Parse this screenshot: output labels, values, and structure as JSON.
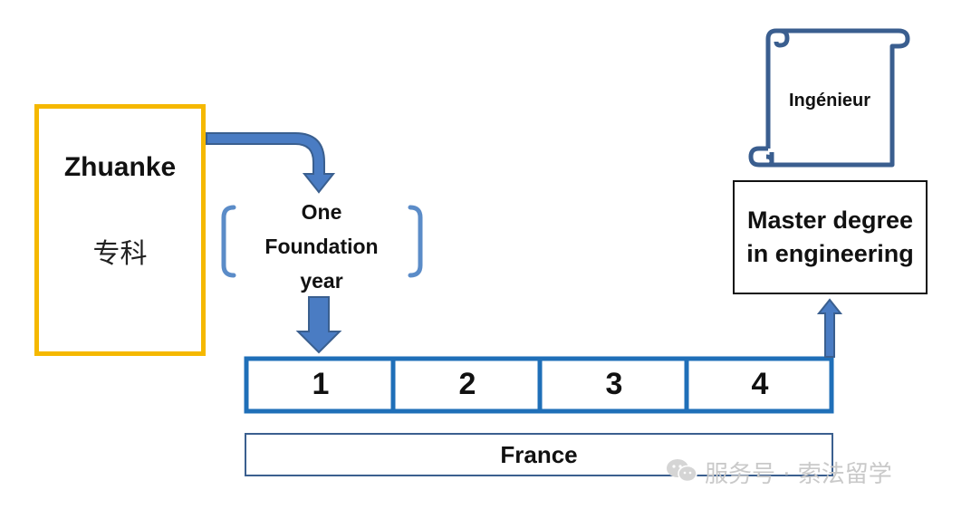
{
  "zhuanke": {
    "title": "Zhuanke",
    "chinese": "专科"
  },
  "foundation": {
    "text": "One Foundation year"
  },
  "years": [
    "1",
    "2",
    "3",
    "4"
  ],
  "france": {
    "label": "France"
  },
  "master": {
    "label": "Master degree in engineering"
  },
  "diploma": {
    "label": "Ingénieur"
  },
  "watermark": {
    "text": "服务号 · 索法留学"
  },
  "colors": {
    "zhuanke_border": "#F5B800",
    "timeline_border": "#1F6FB8",
    "arrow_fill": "#4A7CC3",
    "scroll_stroke": "#3A5E8F",
    "bracket": "#5B8CC8"
  },
  "icons": {
    "diploma": "scroll-icon",
    "watermark": "wechat-icon"
  }
}
